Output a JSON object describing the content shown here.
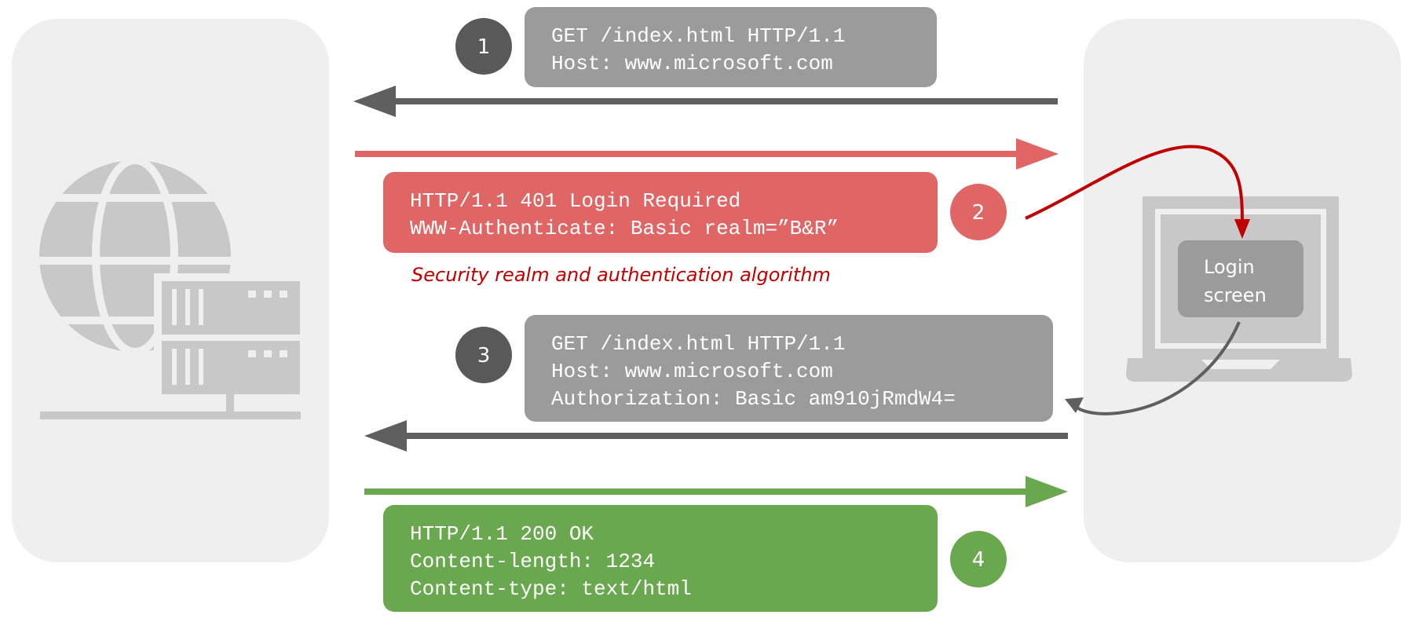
{
  "colors": {
    "panel": "#efefef",
    "gray_box": "#9b9b9b",
    "dark_badge": "#595959",
    "red": "#e06666",
    "dark_red": "#c00000",
    "green": "#6aa84f",
    "icon_gray": "#c8c8c8",
    "dark_arrow": "#5f5f5f",
    "white": "#ffffff"
  },
  "steps": [
    {
      "number": "1",
      "lines": [
        "GET /index.html HTTP/1.1",
        "Host: www.microsoft.com"
      ]
    },
    {
      "number": "2",
      "lines": [
        "HTTP/1.1 401 Login Required",
        "WWW-Authenticate: Basic realm=”B&R”"
      ]
    },
    {
      "number": "3",
      "lines": [
        "GET /index.html HTTP/1.1",
        "Host: www.microsoft.com",
        "Authorization: Basic am910jRmdW4="
      ]
    },
    {
      "number": "4",
      "lines": [
        "HTTP/1.1 200 OK",
        "Content-length: 1234",
        "Content-type: text/html"
      ]
    }
  ],
  "annotation": "Security realm and authentication algorithm",
  "laptop": {
    "screen_label_1": "Login",
    "screen_label_2": "screen"
  },
  "icons": {
    "server": "globe-server-icon",
    "client": "laptop-icon"
  }
}
